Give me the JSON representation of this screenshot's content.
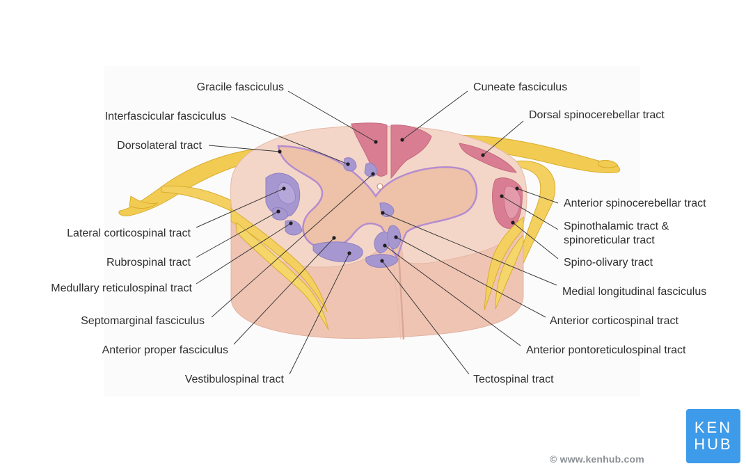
{
  "labels": {
    "gracile": "Gracile fasciculus",
    "interfascicular": "Interfascicular fasciculus",
    "dorsolateral": "Dorsolateral tract",
    "lateral_corticospinal": "Lateral corticospinal tract",
    "rubrospinal": "Rubrospinal tract",
    "medullary_reticulospinal": "Medullary reticulospinal tract",
    "septomarginal": "Septomarginal fasciculus",
    "anterior_proper": "Anterior proper fasciculus",
    "vestibulospinal": "Vestibulospinal tract",
    "cuneate": "Cuneate fasciculus",
    "dorsal_spinocerebellar": "Dorsal spinocerebellar tract",
    "anterior_spinocerebellar": "Anterior spinocerebellar tract",
    "spinothalamic_1": "Spinothalamic tract &",
    "spinothalamic_2": "spinoreticular tract",
    "spino_olivary": "Spino-olivary tract",
    "medial_longitudinal": "Medial longitudinal fasciculus",
    "anterior_corticospinal": "Anterior corticospinal tract",
    "anterior_pontoreticulospinal": "Anterior pontoreticulospinal tract",
    "tectospinal": "Tectospinal tract"
  },
  "brand": {
    "copyright": "© www.kenhub.com",
    "logo_line1": "KEN",
    "logo_line2": "HUB",
    "logo_color": "#3d9be9"
  },
  "colors": {
    "white_matter": "#f3d2c4",
    "white_matter_side": "#f1c6b5",
    "grey_matter": "#edc0a9",
    "ascending_tracts": "#d9788e",
    "descending_tracts": "#a897d0",
    "nerve_roots": "#f3cf5a"
  }
}
